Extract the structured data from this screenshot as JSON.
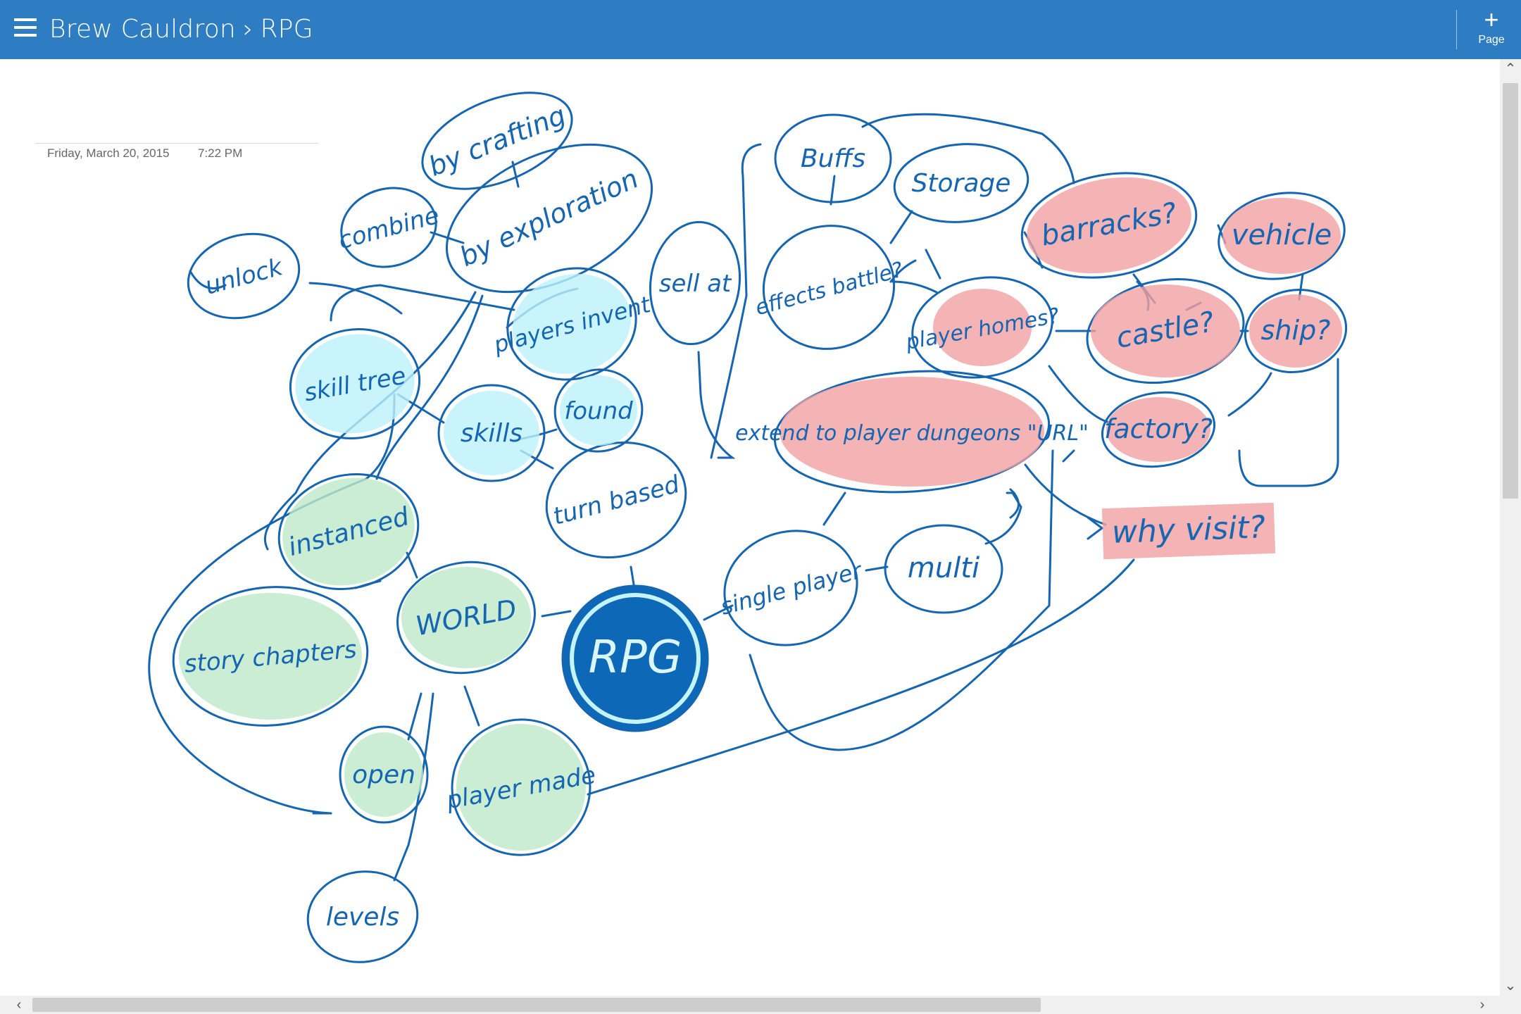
{
  "titlebar": {
    "notebook": "Brew Cauldron",
    "separator": "›",
    "section": "RPG",
    "add_page_label": "Page",
    "add_page_icon": "plus-icon",
    "menu_icon": "hamburger-menu-icon"
  },
  "page": {
    "date": "Friday, March 20, 2015",
    "time": "7:22 PM"
  },
  "colors": {
    "titlebar": "#2e7dc2",
    "ink": "#1565b0",
    "green_highlight": "#c6ebcf",
    "cyan_highlight": "#c5f3fa",
    "pink_highlight": "#f2a0a2",
    "center_fill": "#1565b0"
  },
  "mindmap": {
    "center": "RPG",
    "nodes": {
      "by_crafting": "by crafting",
      "combine": "combine",
      "by_exploration": "by exploration",
      "unlock": "unlock",
      "players_invent": "players invent",
      "sell_at": "sell at",
      "skill_tree": "skill tree",
      "skills": "skills",
      "found": "found",
      "turn_based": "turn based",
      "instanced": "instanced",
      "world": "WORLD",
      "story_chapters": "story chapters",
      "open": "open",
      "player_made": "player made",
      "levels": "levels",
      "buffs": "Buffs",
      "storage": "Storage",
      "effects_battle": "effects battle?",
      "barracks": "barracks?",
      "vehicle": "vehicle",
      "player_homes": "player homes?",
      "castle": "castle?",
      "ship": "ship?",
      "extend_dungeons": "extend to player dungeons \"URL\"",
      "factory": "factory?",
      "why_visit": "why visit?",
      "single_player": "single player",
      "multi": "multi"
    }
  }
}
